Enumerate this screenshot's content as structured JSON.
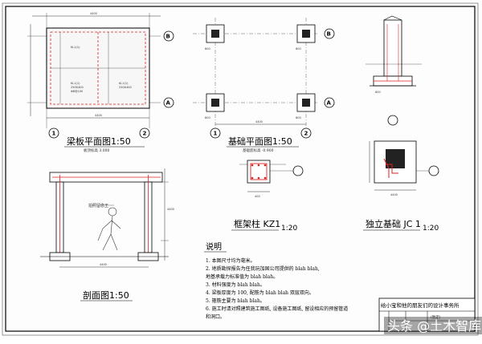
{
  "drawings": {
    "beam_plan": {
      "title": "梁板平面图",
      "scale": "1:50",
      "subtitle": "板顶标高 3.000"
    },
    "foundation_plan": {
      "title": "基础平面图",
      "scale": "1:50",
      "subtitle": "基础底标高 -0.900"
    },
    "section": {
      "title": "剖面图",
      "scale": "1:50",
      "figure_label": "拍照留念王"
    },
    "column": {
      "title": "框架柱 KZ1",
      "scale": "1:20"
    },
    "footing": {
      "title": "独立基础 JC 1",
      "scale": "1:20"
    }
  },
  "axes": {
    "rows": [
      "B",
      "A"
    ],
    "cols": [
      "1",
      "2"
    ]
  },
  "dims": {
    "span": "4400",
    "half": "2200",
    "small": "600",
    "col": "400"
  },
  "notes": {
    "heading": "说明",
    "items": [
      "1. 本图尺寸均为毫米。",
      "2. 地质勘探报告为任我玩加固公司提供的 blah blah,",
      "   地基承载力标准值为 blah blah。",
      "3. 材料强度为 blah blah。",
      "4. 梁板厚度为 100, 配筋为 blah blah 双层双向。",
      "5. 箍筋主要为 blah blah。",
      "6. 施工时请对照建筑施工图纸, 设备施工图纸, 留设相应的预留管道",
      "   和洞口。"
    ]
  },
  "title_block": {
    "firm": "给小宝和他的朋友们的设计事务所",
    "stamp": "(暂定)"
  },
  "watermark": "头条 @土木智库"
}
